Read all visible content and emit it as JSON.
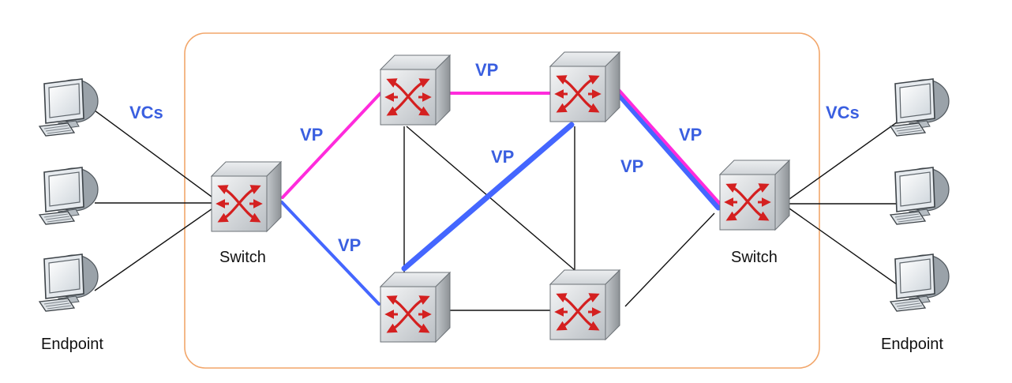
{
  "labels": {
    "vcs_left": "VCs",
    "vcs_right": "VCs",
    "switch_left": "Switch",
    "switch_right": "Switch",
    "endpoint_left": "Endpoint",
    "endpoint_right": "Endpoint",
    "vp_top": "VP",
    "vp_left_upper": "VP",
    "vp_left_lower": "VP",
    "vp_center": "VP",
    "vp_right_upper": "VP",
    "vp_right_lower": "VP"
  },
  "colors": {
    "vp_magenta": "#ff2bdc",
    "vp_blue": "#4466ff",
    "label_blue": "#3a5fe0",
    "boundary_orange": "#f2a66a",
    "switch_arrow_red": "#d42020"
  },
  "icons": {
    "switch": "atm-switch-icon",
    "endpoint": "computer-terminal-icon"
  }
}
